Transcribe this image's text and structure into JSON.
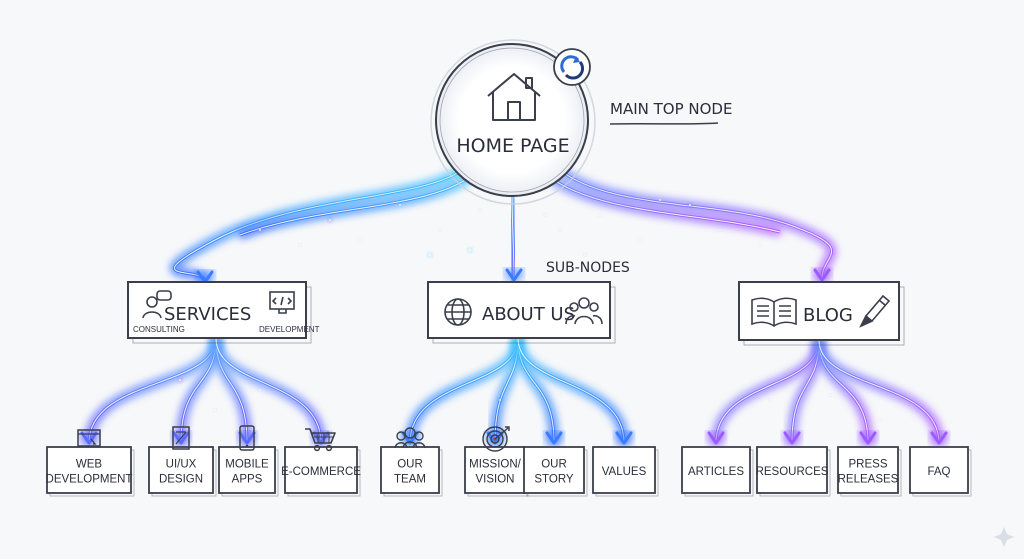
{
  "root": {
    "label": "HOME PAGE",
    "icon": "house-icon",
    "badge_icon": "refresh-badge-icon"
  },
  "annotations": {
    "main_top_node": "MAIN TOP NODE",
    "sub_nodes": "SUB-NODES"
  },
  "sections": [
    {
      "label": "SERVICES",
      "icons": [
        "consulting-person-icon",
        "code-monitor-icon"
      ],
      "captions": [
        "CONSULTING",
        "DEVELOPMENT"
      ],
      "children": [
        {
          "lines": [
            "WEB",
            "DEVELOPMENT"
          ],
          "icon": "browser-window-icon"
        },
        {
          "lines": [
            "UI/UX",
            "DESIGN"
          ],
          "icon": "tablet-design-icon"
        },
        {
          "lines": [
            "MOBILE",
            "APPS"
          ],
          "icon": "smartphone-icon"
        },
        {
          "lines": [
            "E-COMMERCE"
          ],
          "icon": "shopping-cart-icon"
        }
      ]
    },
    {
      "label": "ABOUT US",
      "icons": [
        "globe-icon",
        "people-icon"
      ],
      "captions": [],
      "children": [
        {
          "lines": [
            "OUR",
            "TEAM"
          ],
          "icon": "team-icon"
        },
        {
          "lines": [
            "MISSION/",
            "VISION"
          ],
          "icon": "target-icon"
        },
        {
          "lines": [
            "OUR",
            "STORY"
          ],
          "icon": ""
        },
        {
          "lines": [
            "VALUES"
          ],
          "icon": ""
        }
      ]
    },
    {
      "label": "BLOG",
      "icons": [
        "open-book-icon",
        "pencil-icon"
      ],
      "captions": [],
      "children": [
        {
          "lines": [
            "ARTICLES"
          ],
          "icon": ""
        },
        {
          "lines": [
            "RESOURCES"
          ],
          "icon": ""
        },
        {
          "lines": [
            "PRESS",
            "RELEASES"
          ],
          "icon": ""
        },
        {
          "lines": [
            "FAQ"
          ],
          "icon": ""
        }
      ]
    }
  ],
  "colors": {
    "ink": "#2a2e3a",
    "glow_blue": "#3a7bff",
    "glow_cyan": "#46c8ff",
    "glow_violet": "#a55cff",
    "paper": "#f7f8fa"
  }
}
